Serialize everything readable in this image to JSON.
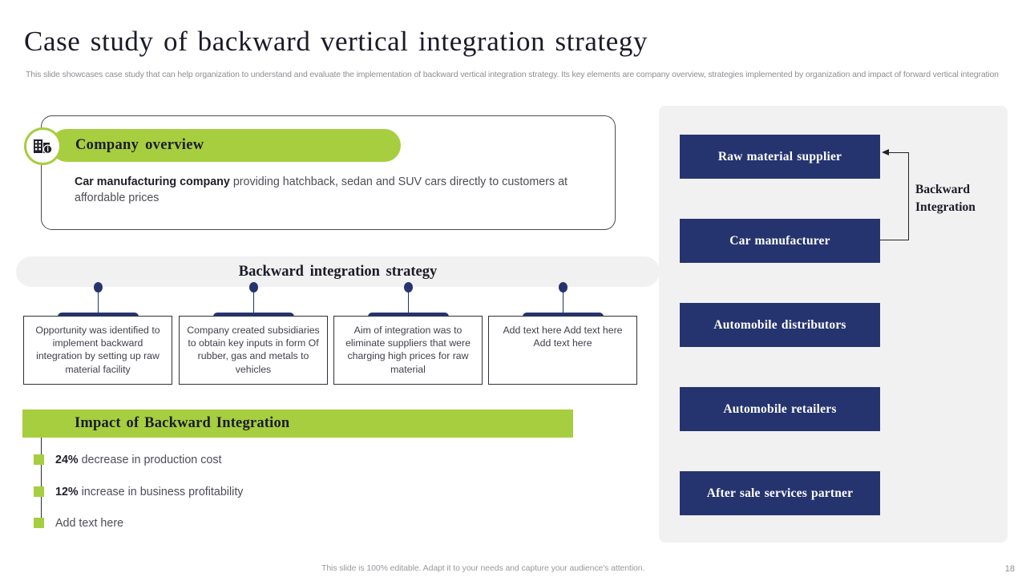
{
  "header": {
    "title": "Case study of backward vertical integration strategy",
    "subtitle": "This slide showcases case study that can help organization to understand and evaluate the implementation of backward vertical integration strategy. Its key elements are company overview, strategies implemented by organization and impact of forward vertical integration"
  },
  "company_overview": {
    "icon": "building-info-icon",
    "pill_label": "Company overview",
    "body_strong": "Car manufacturing company",
    "body_rest": " providing hatchback, sedan and SUV cars directly to customers at affordable prices"
  },
  "strategy": {
    "band_title": "Backward integration strategy",
    "cards": [
      {
        "text": "Opportunity was identified to implement backward integration by setting up raw material facility"
      },
      {
        "text": "Company created subsidiaries to obtain key inputs in form Of rubber, gas and metals to vehicles"
      },
      {
        "text": "Aim of integration was to eliminate suppliers that were charging high prices for raw material"
      },
      {
        "text": "Add text here Add text here Add text here"
      }
    ]
  },
  "impact": {
    "bar_label": "Impact of Backward Integration",
    "items": [
      {
        "value": "24%",
        "text": " decrease in production cost"
      },
      {
        "value": "12%",
        "text": " increase in business profitability"
      },
      {
        "value": "",
        "text": "Add text here"
      }
    ]
  },
  "value_chain": {
    "boxes": [
      {
        "label": "Raw material supplier"
      },
      {
        "label": "Car manufacturer"
      },
      {
        "label": "Automobile distributors"
      },
      {
        "label": "Automobile retailers"
      },
      {
        "label": "After sale services partner"
      }
    ],
    "annotation": "Backward Integration"
  },
  "footer": {
    "note": "This slide is 100% editable. Adapt it to your needs and capture your audience's attention.",
    "page_number": "18"
  },
  "colors": {
    "accent_green": "#a6ce3f",
    "navy": "#25346f",
    "panel_gray": "#f1f1f1",
    "title_dark": "#1b1b28",
    "muted_text": "#8f8f95"
  }
}
